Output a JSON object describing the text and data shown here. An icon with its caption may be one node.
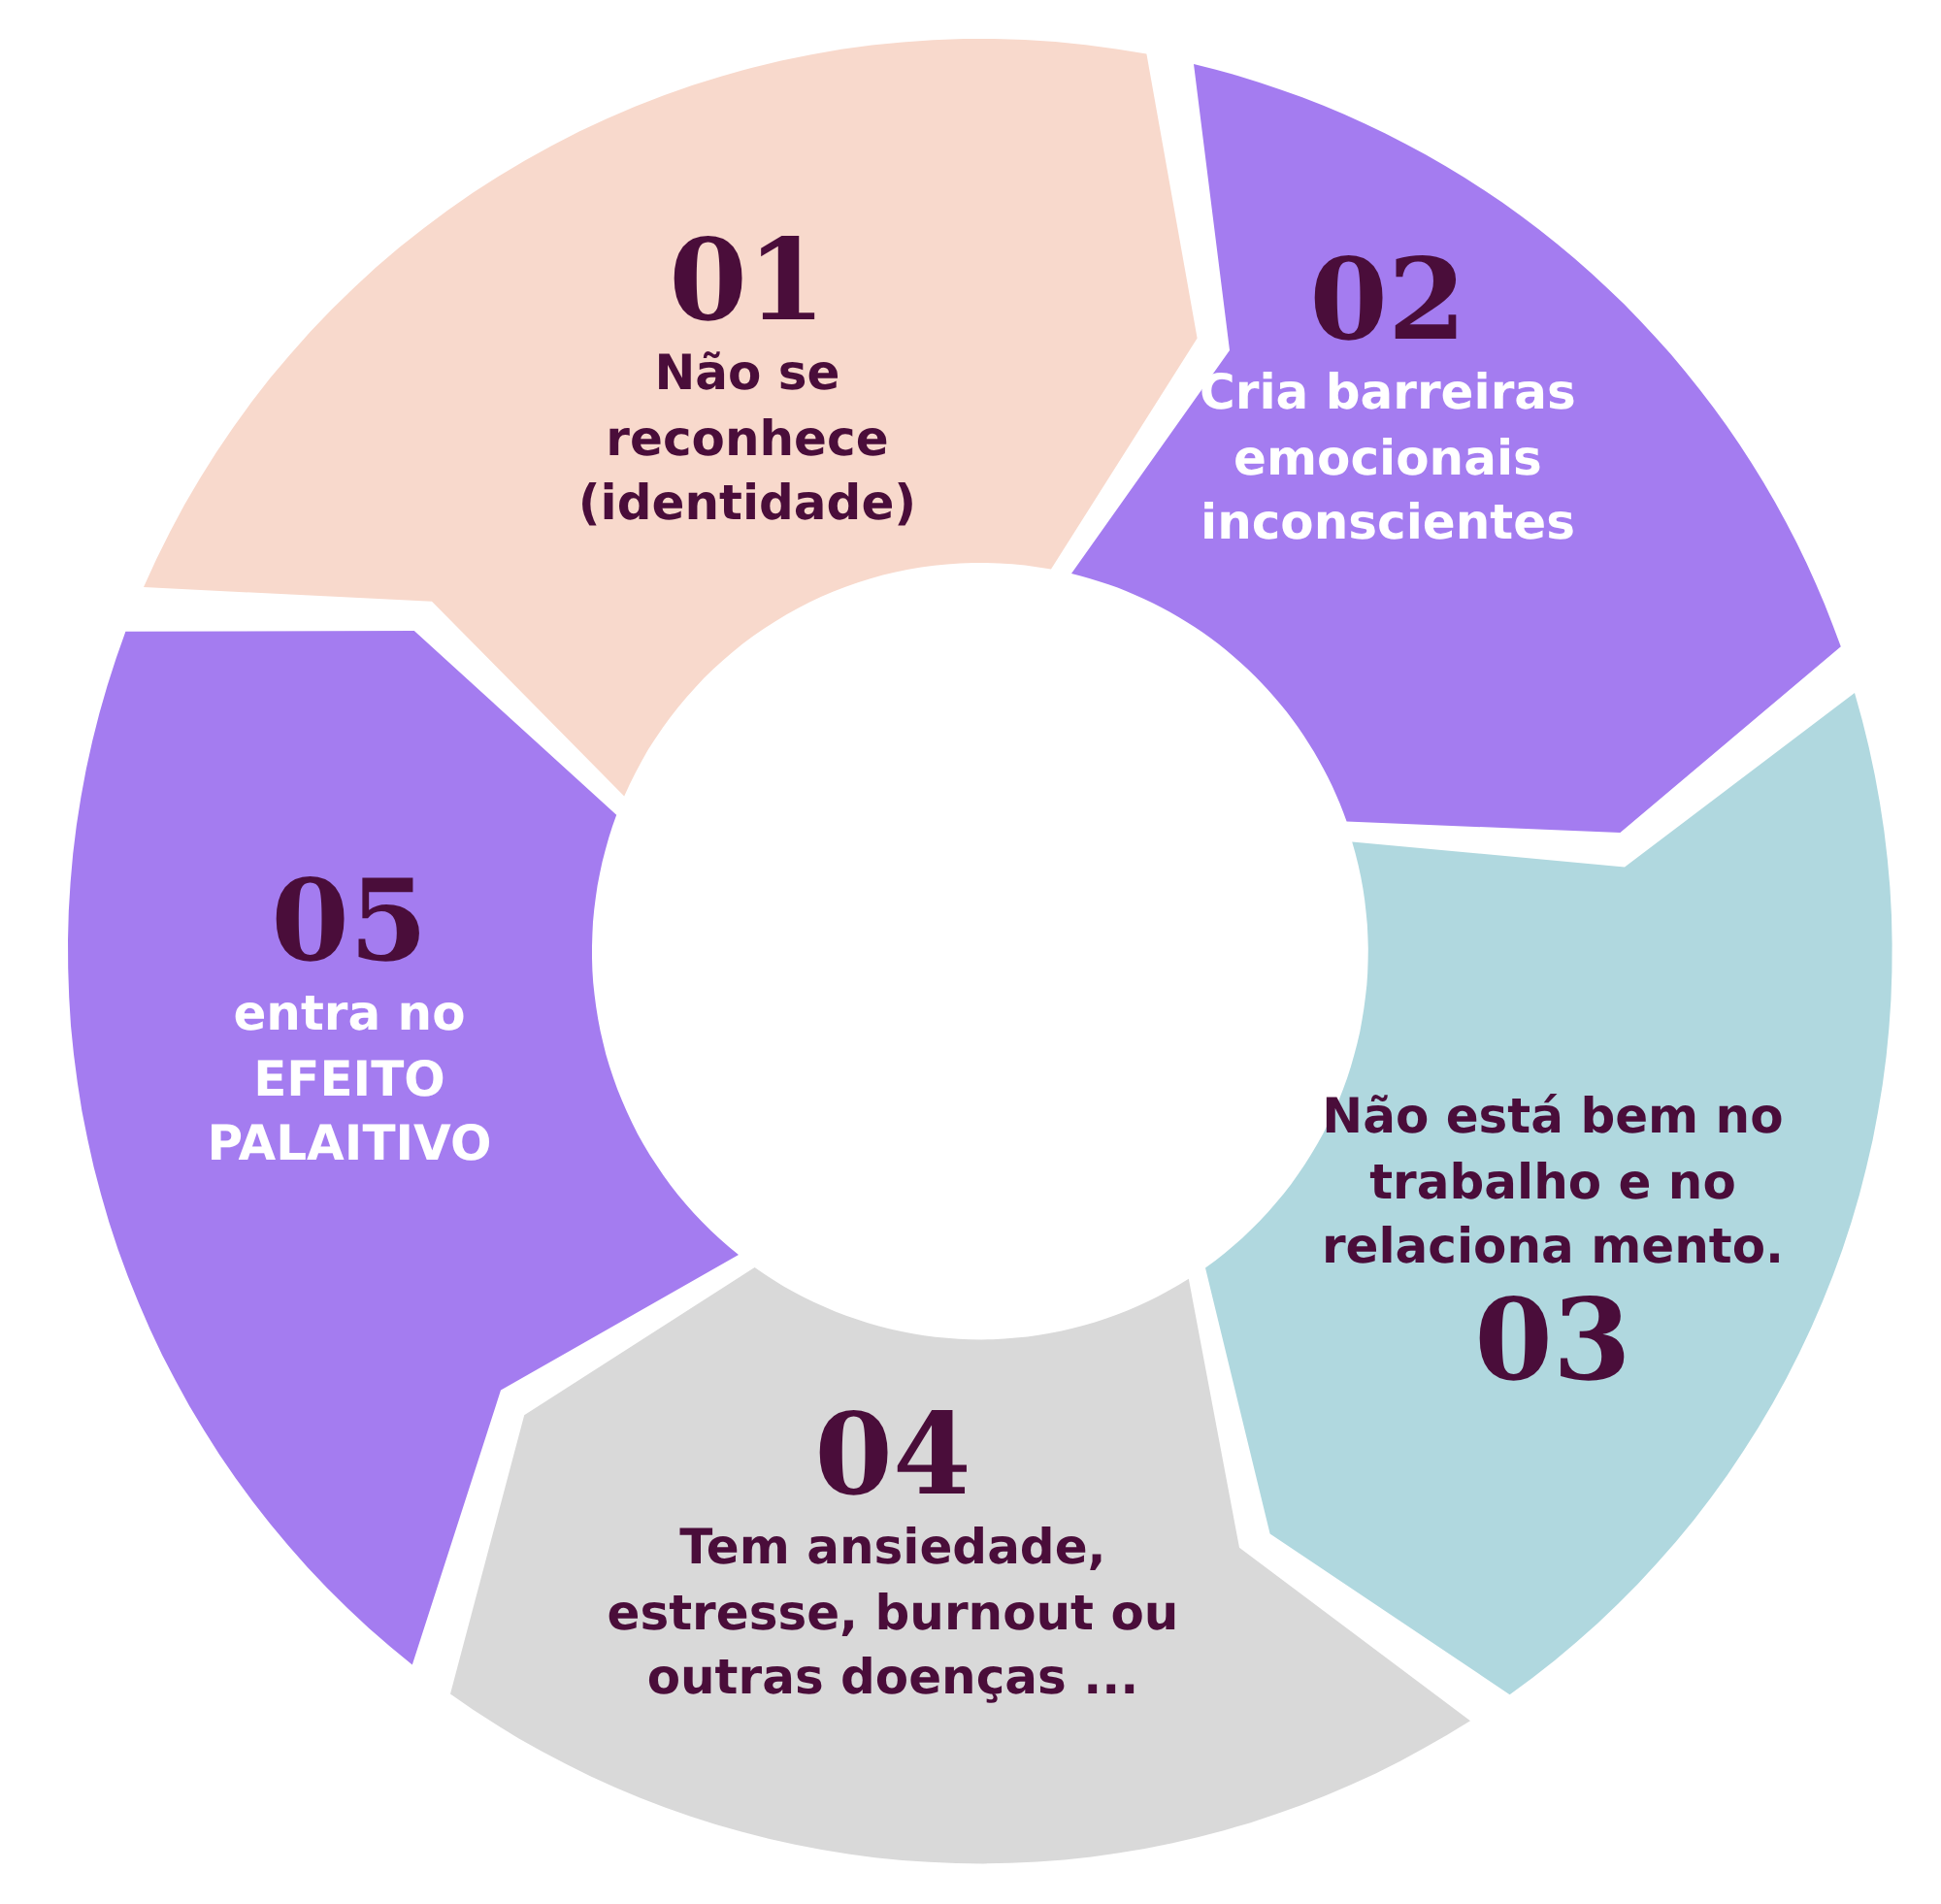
{
  "diagram": {
    "nodes": [
      {
        "text": [
          "01",
          "Não se reconhece (identidade)"
        ]
      },
      {
        "text": [
          "02",
          "Cria barreiras emocionais inconscientes"
        ]
      },
      {
        "text": [
          "Não está bem no trabalho e no relaciona mento.",
          "03"
        ]
      },
      {
        "text": [
          "04",
          "Tem ansiedade, estresse, burnout ou outras doenças ..."
        ]
      },
      {
        "text": [
          "05",
          "entra no EFEITO PALAITIVO"
        ]
      }
    ]
  }
}
